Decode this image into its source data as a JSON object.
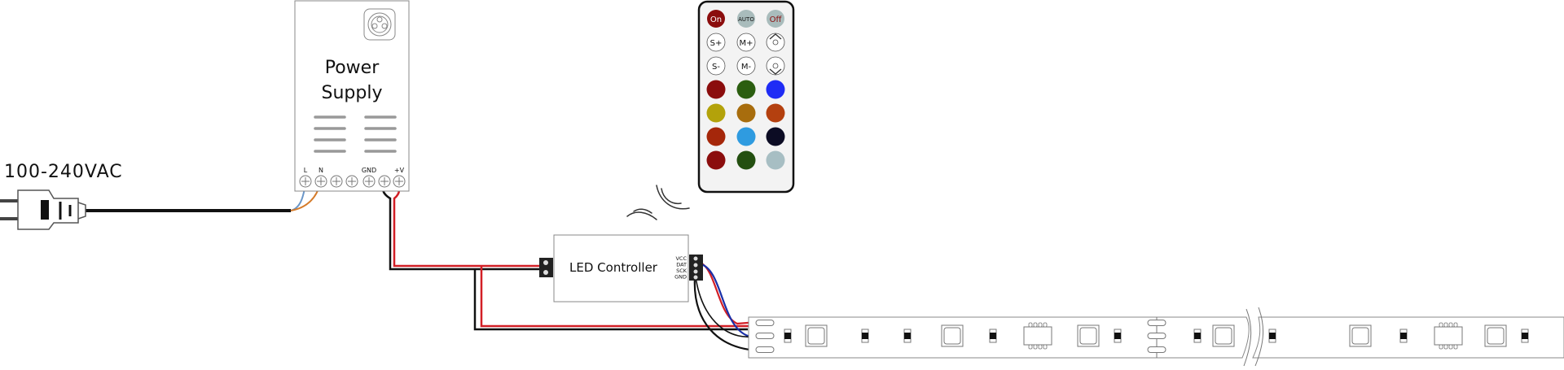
{
  "colors": {
    "red_wire": "#d21f26",
    "black_wire": "#111111",
    "blue_wire": "#1a2fa8",
    "live_wire": "#6a96c8",
    "neutral_wire": "#d57b2a",
    "outline": "#777777"
  },
  "power_input": {
    "label": "100-240VAC",
    "plug_icon": "plug-icon"
  },
  "power_supply": {
    "title_line1": "Power",
    "title_line2": "Supply",
    "logo_icon": "fan-icon",
    "terminals": {
      "l": "L",
      "n": "N",
      "gnd": "GND",
      "v_plus": "+V"
    }
  },
  "controller": {
    "label": "LED Controller",
    "output_pins": [
      "VCC",
      "DAT",
      "SCK",
      "GND"
    ],
    "signal_icon": "wireless-signal-icon"
  },
  "remote": {
    "icon": "remote-control-icon",
    "row1": {
      "on": "On",
      "auto": "AUTO",
      "off": "Off"
    },
    "row2": {
      "s_plus": "S+",
      "m_plus": "M+",
      "brightness_up_icon": "brightness-up-icon"
    },
    "row3": {
      "s_minus": "S-",
      "m_minus": "M-",
      "brightness_down_icon": "brightness-down-icon"
    },
    "color_buttons": [
      "#8b0d0d",
      "#2b5e10",
      "#1f2cf5",
      "#b3a20a",
      "#a86d0d",
      "#b4400f",
      "#a5270a",
      "#2f9be0",
      "#0c0c24",
      "#8b0d0d",
      "#234f10",
      "#a7bec3"
    ]
  },
  "led_strip": {
    "icon": "led-strip-icon"
  }
}
